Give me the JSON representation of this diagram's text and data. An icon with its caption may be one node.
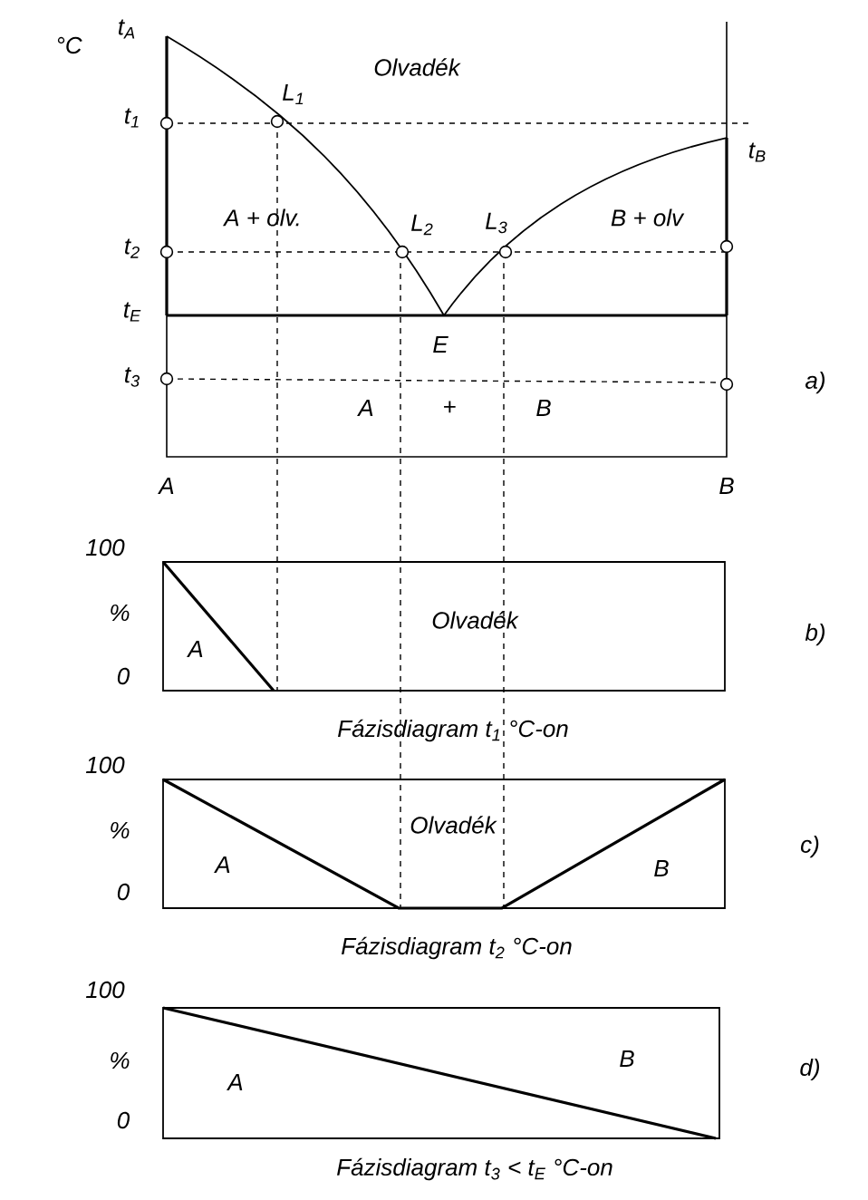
{
  "diagram": {
    "nodes": [
      {
        "text": [
          "A",
          "Olvadék"
        ],
        "beside": [
          "Fázisdiagram t$_{1}$ °C-on"
        ]
      },
      {
        "text": [
          "A",
          "Olvadék",
          "B"
        ],
        "beside": [
          "Fázisdiagram t$_{2}$ °C-on"
        ]
      },
      {
        "text": [
          "A",
          "B"
        ],
        "beside": [
          "Fázisdiagram t$_{3}$ < t$_{E}$ °C-on"
        ]
      }
    ],
    "labels": [
      "°C",
      "t$_{A}$",
      "Olvadék",
      "L$_{1}$",
      "t$_{1}$",
      "t$_{B}$",
      "A + olv.",
      "L$_{2}$",
      "L$_{3}$",
      "B + olv",
      "t$_{2}$",
      "t$_{E}$",
      "E",
      "t$_{3}$",
      "a)",
      "A",
      "+",
      "B",
      "A",
      "B",
      "100",
      "%",
      "b)",
      "0",
      "100",
      "%",
      "c)",
      "0",
      "100",
      "%",
      "d)",
      "0"
    ]
  }
}
